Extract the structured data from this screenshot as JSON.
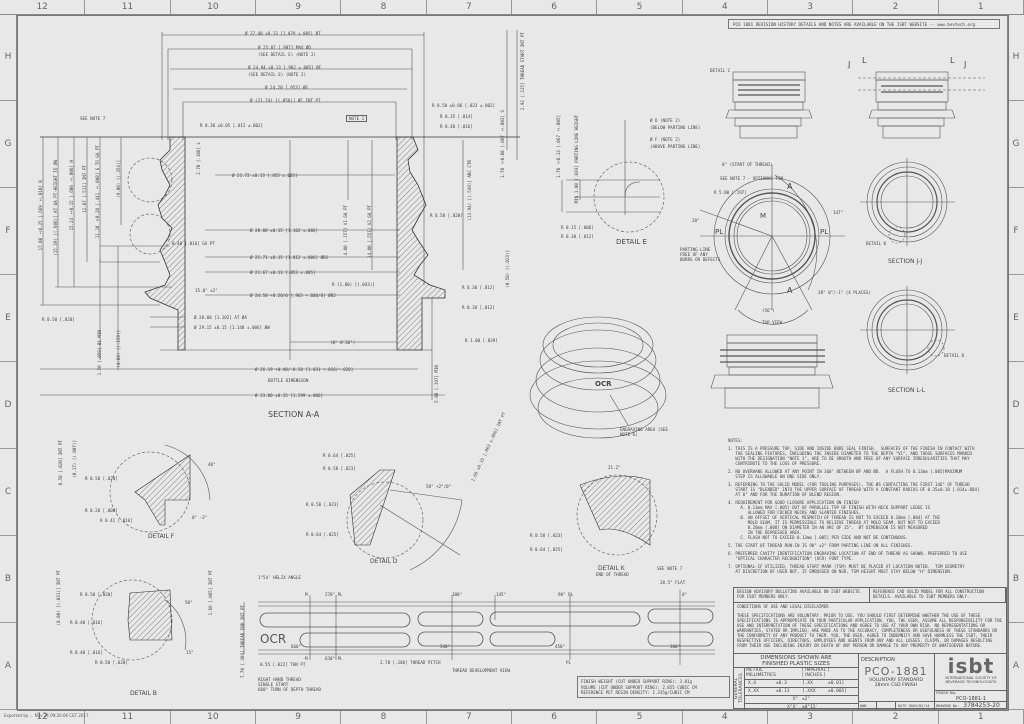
{
  "sheet": {
    "zones_columns": [
      "12",
      "11",
      "10",
      "9",
      "8",
      "7",
      "6",
      "5",
      "4",
      "3",
      "2",
      "1"
    ],
    "zones_rows": [
      "H",
      "G",
      "F",
      "E",
      "D",
      "C",
      "B",
      "A"
    ],
    "revision_banner": "PCO 1881 REVISION HISTORY DETAILS AND NOTES ARE AVAILABLE ON THE ISBT WEBSITE -- www.bevtech.org",
    "export_stamp": "Exported by ... Nov 24 09:20:06 CET 2017"
  },
  "section_aa": {
    "title": "SECTION A-A",
    "dims": {
      "T": "Ø 27.40 ±0.13 [1.079 ±.005] ØT",
      "D": "Ø 25.07 [.987] MAX ØD",
      "D_note": "(SEE DETAIL E) (NOTE 2)",
      "F": "Ø 24.94 ±0.13 [.982 ±.005] ØF",
      "F_note": "(SEE DETAIL E) (NOTE 2)",
      "E": "Ø 24.20 [.953] ØE",
      "C": "Ø (21.74) [(.856)] ØC INT PT",
      "r030": "R 0.30 ±0.05 [.012 ±.002]",
      "r058": "R 0.58 ±0.06 [.023 ±.002]",
      "r035": "R 0.35 [.014]",
      "r040": "R 0.40 [.016]",
      "note1": "NOTE 1",
      "s170": "1.70 ±0.08 [.067 ±.003] S",
      "s292": "2.92 [.115] THREAD START INT PT",
      "see_note7": "SEE NOTE 7",
      "h1700": "17.00 ±0.25 [.669 ±.010] K",
      "h1539": "(15.39) [(.606)] AT GA PT-HEIGHT TO ØW",
      "h1524": "15.24 ±0.15 [.600 ±.006] H",
      "h1287": "12.87 [.511] INT PT",
      "h1120": "11.20 ±0.20 [.441 ±.008] G TO GA PT",
      "h900": "(9.00) [(.354)]",
      "d2172": "Ø 21.72 ±0.13 [.855 ±.005]",
      "v400": "4.00 [.157] V1 GA PT",
      "v1400": "14.00 [.551] V2 GA PT",
      "arc": "(13.94) [(.549)] ARC CTR",
      "r050a": "R 0.50 [.020]",
      "ga040": "0.40 [.016] GA PT",
      "d2800": "Ø 28.00 ±0.15 [1.102 ±.006]",
      "d2571": "Ø 25.71 ±0.15 [1.012 ±.006] ØB1",
      "d2167": "Ø 21.67 ±0.13 [.853 ±.005]",
      "r100p": "R (1.00) [(.043)]",
      "ang15": "15.0° ±2°",
      "d2450": "Ø 24.50 +0.20/0 [.965 +.008/0] ØB2",
      "r030b": "R 0.30 [.012]",
      "r030c": "R 0.30 [.012]",
      "h058": "(0.58) [(.023)]",
      "d2800a": "Ø 28.00 [1.102] AT ØA",
      "d2915": "Ø 29.15 ±0.15 [1.148 ±.006] ØW",
      "r050b": "R 0.50 [.020]",
      "r100": "R 1.00 [.039]",
      "ang0836": "(0° 8'36\")",
      "d2619": "Ø 26.19 +0.40/-0.50 [1.031 +.016/-.020]",
      "bottle": "BOTTLE DIMENSION",
      "d3300": "Ø 33.00 ±0.15 [1.299 ±.006]",
      "min500": "5.00 [.197] MIN",
      "h150": "1.50 [.059] B1 MIN",
      "h404": "(4.04) [(.159)]",
      "h270": "2.70 [.106] L"
    }
  },
  "detail_e": {
    "title": "DETAIL E",
    "d_note": "Ø D (NOTE 2)",
    "d_sub": "(BELOW PARTING LINE)",
    "f_note": "Ø F (NOTE 2)",
    "f_sub": "(ABOVE PARTING LINE)",
    "h170": "1.70 ±0.13 [.067 ±.005]",
    "h100": "MIN 1.00 [.039] PARTING LINE HEIGHT",
    "r015": "R 0.15 [.006]",
    "r030": "R 0.30 [.012]"
  },
  "top_view": {
    "title": "TOP VIEW",
    "start": "0° (START OF THREAD)",
    "tsm": "SEE NOTE 7 - OPTIONAL TSM",
    "r500": "R 5.00 [.197]",
    "ang20": "20°",
    "ang147": "147°",
    "ang28": "28° 0°/-1° (4 PLACES)",
    "ang56": "(56°)",
    "pl": "PL",
    "m": "M",
    "a": "A",
    "parting": "PARTING LINE FREE OF ANY BURRS OR DEFECTS"
  },
  "views": {
    "detail_c": "DETAIL C",
    "section_jj": "SECTION J-J",
    "detail_k_ref": "DETAIL K",
    "section_ll": "SECTION L-L",
    "detail_d_ref": "DETAIL D",
    "j": "J",
    "l": "L"
  },
  "engraving": {
    "label": "ENGRAVING AREA (SEE NOTE 6)",
    "ocr": "OCR"
  },
  "detail_f": {
    "title": "DETAIL F",
    "r050": "R 0.50 [.020]",
    "r020": "R 0.20 [.008]",
    "r041": "R 0.41 [.016]",
    "h050": "0.50 [.020] INT PT",
    "h017": "(0.17) [(.007)]",
    "ang40": "40°",
    "ang03": "0° -3°"
  },
  "detail_b": {
    "title": "DETAIL B",
    "r050a": "R 0.50 [.020]",
    "r040a": "R 0.40 [.016]",
    "r040b": "R 0.40 [.016]",
    "r050b": "R 0.50 [.020]",
    "h080": "(0.80) [(.031)] INT PT",
    "h166": "1.66 [.065] INT PT",
    "ang50": "50°",
    "ang15": "15°"
  },
  "detail_d": {
    "title": "DETAIL D",
    "r064a": "R 0.64 [.025]",
    "r058a": "R 0.58 [.023]",
    "r058b": "R 0.58 [.023]",
    "r064b": "R 0.64 [.025]",
    "ang58": "58° +2°/0°",
    "h160": "1.60 ±0.15 [.063 ±.006] INT PT"
  },
  "detail_k": {
    "title": "DETAIL K",
    "subtitle": "END OF THREAD",
    "ang": "21.2°",
    "r058": "R 0.58 [.023]",
    "r064": "R 0.64 [.025]"
  },
  "thread_dev": {
    "title": "THREAD DEVELOPMENT VIEW",
    "helix": "1°54' HELIX ANGLE",
    "marks": [
      "M",
      "270° PL",
      "180°",
      "145°",
      "90° PL",
      "0°"
    ],
    "bottom_marks": [
      "M",
      "630° PL",
      "540°",
      "450°",
      "360°",
      "PL"
    ],
    "h720": "7.70 [.303] THREAD END INT PT",
    "tan": "0.55 [.022] TAN PT",
    "pitch": "2.70 [.106] THREAD PITCH",
    "hand": "RIGHT HAND THREAD",
    "start": "SINGLE START",
    "turn": "660° TURN OF DEPTH THREAD",
    "see_note7": "SEE NOTE 7",
    "flat": "20.5° FLAT",
    "ocr": "OCR",
    "ocr_sub": "660°"
  },
  "finish_weight": [
    "FINISH WEIGHT (CUT UNDER SUPPORT RING): 3.81g",
    "VOLUME (CUT UNDER SUPPORT RING): 2.855 CUBIC CM",
    "REFERENCE PET RESIN DENSITY: 1.335g/CUBIC CM"
  ],
  "notes": {
    "heading": "NOTES:",
    "items": [
      "1. THIS IS A PRESSURE TOP, SIDE AND INSIDE BORE SEAL FINISH.  SURFACES OF THE FINISH IN CONTACT WITH\n   THE SEALING FEATURES, INCLUDING THE INSIDE DIAMETER TO THE DEPTH \"V1\", AND THOSE SURFACES MARKED\n   WITH THE DESIGNATION \"NOTE 1\", ARE TO BE SMOOTH AND FREE OF ANY SURFACE IRREGULARITIES THAT MAY\n   CONTRIBUTE TO THE LOSS OF PRESSURE.",
      "2. NO OVERHANG ALLOWED AT ANY POINT IN 360° BETWEEN ØF AND ØD.  A FLUSH TO 0.13mm [.005]MAXIMUM\n   STEP IS ALLOWABLE ON ONE SIDE ONLY.",
      "3. REFERRING TO THE SOLID MODEL (FOR TOOLING PURPOSES), THE ØS CONTACTING THE FIRST 146° OF THREAD\n   START IS \"BLENDED\" INTO THE UPPER SURFACE OF THREAD WITH A CONSTANT RADIUS OF 0.35±0.10 [.014±.004]\n   AT 0° AND FOR THE DURATION OF BLEND REGION.",
      "4. REQUIREMENT FOR GOOD CLOSURE APPLICATION ON FINISH\n     A. 0.13mm MAX [.005] OUT OF PARALLEL TOP OF FINISH WITH NECK SUPPORT LEDGE IS\n        ALLOWED FOR COCKED NECKS AND SLANTED FINISHES.\n     B. AN OFFSET OF VERTICAL MISMATCH OF THREAD IS NOT TO EXCEED 0.10mm [.004] AT THE\n        MOLD SEAM. IT IS PERMISSIBLE TO RELIEVE THREAD AT MOLD SEAM, BUT NOT TO EXCEED\n        0.20mm [.008] ON DIAMETER IN AN ARC OF 15°.  ØT DIMENSION IS NOT MEASURED\n        IN THE DEPRESSED AREA.\n     C. FLASH NOT TO EXCEED 0.13mm [.005] PER SIDE AND NOT BE CONTINUOUS.",
      "5. THE START OF THREAD RUN-IN IS 90° ±2° FROM PARTING LINE ON ALL FINISHES.",
      "6. PREFERRED CAVITY IDENTIFICATION ENGRAVING LOCATION AT END OF THREAD AS SHOWN. PREFERRED TO USE\n   \"OPTICAL CHARACTER RECOGNITION\" (OCR) FONT TYPE.",
      "7. OPTIONAL-IF UTILIZED, THREAD START MARK (TSM) MUST BE PLACED AT LOCATION NOTED.  TSM GEOMETRY\n   AT DISCRETION OF USER BUT, IF EMBOSSED ON NSR, TSM HEIGHT MUST STAY BELOW \"H\" DIMENSION."
    ]
  },
  "title_block": {
    "advisory_left": "DESIGN ADVISORY BULLETINS AVAILABLE ON ISBT WEBSITE.  FOR ISBT MEMBERS ONLY.",
    "advisory_right": "REFERENCE CAD SOLID MODEL FOR ALL CONSTRUCTION DETAILS.  AVAILABLE TO ISBT MEMBERS ONLY.",
    "disclaimer_title": "CONDITIONS OF USE AND LEGAL DISCLAIMER",
    "disclaimer_text": "THESE SPECIFICATIONS ARE VOLUNTARY.  PRIOR TO USE, YOU SHOULD FIRST DETERMINE WHETHER THE USE OF THESE SPECIFICATIONS IS APPROPRIATE IN YOUR PARTICULAR APPLICATION.  YOU, THE USER, ASSUME ALL RESPONSIBILITY FOR THE USE AND INTERPRETATION OF THESE SPECIFICATIONS AND AGREE TO USE AT YOUR OWN RISK.  NO REPRESENTATIONS OR WARRANTIES, STATED OR IMPLIED, ARE MADE AS TO THE ACCURACY, COMPLETENESS OR USEFULNESS OF THESE STANDARDS OR THE CONFORMITY OF ANY PRODUCT TO THEM.  YOU, THE USER, AGREE TO INDEMNIFY AND SAVE HARMLESS THE ISBT, THEIR RESPECTIVE OFFICERS, DIRECTORS, EMPLOYEES AND AGENTS FROM ANY AND ALL LOSSES, CLAIMS, OR DAMAGES RESULTING FROM THEIR USE INCLUDING INJURY OR DEATH OF ANY PERSON OR DAMAGE TO ANY PROPERTY OF WHATSOEVER NATURE.",
    "dims_header_1": "DIMENSIONS SHOWN ARE",
    "dims_header_2": "FINISHED PLASTIC SIZES",
    "general_tol": "GENERAL TOLERANCES",
    "metric": "METRIC",
    "millimetres": "MILLIMETRES",
    "imperial": "[ IMPERIAL ]",
    "inches": "[ INCHES ]",
    "tol_rows": [
      [
        "X.X",
        "±0.3",
        "[.XX",
        "±0.01]"
      ],
      [
        "X.XX",
        "±0.13",
        "[.XXX",
        "±0.005]"
      ],
      [
        "X°",
        "±2°",
        "",
        ""
      ],
      [
        "X°X'",
        "±0°15'",
        "",
        ""
      ]
    ],
    "description_label": "DESCRIPTION",
    "part": "PCO-1881",
    "part_sub1": "VOLUNTARY STANDARD",
    "part_sub2": "28mm CSD FINISH",
    "dwn_label": "DWN",
    "date_label": "DATE",
    "date": "2003/02/14",
    "logo": "isbt",
    "org_1": "INTERNATIONAL SOCIETY OF",
    "org_2": "BEVERAGE TECHNOLOGISTS",
    "finish_no_label": "FINISH No.",
    "finish_no": "PCO-1881-1",
    "drawing_no_label": "DRAWING No.",
    "drawing_no": "3784253-20"
  }
}
